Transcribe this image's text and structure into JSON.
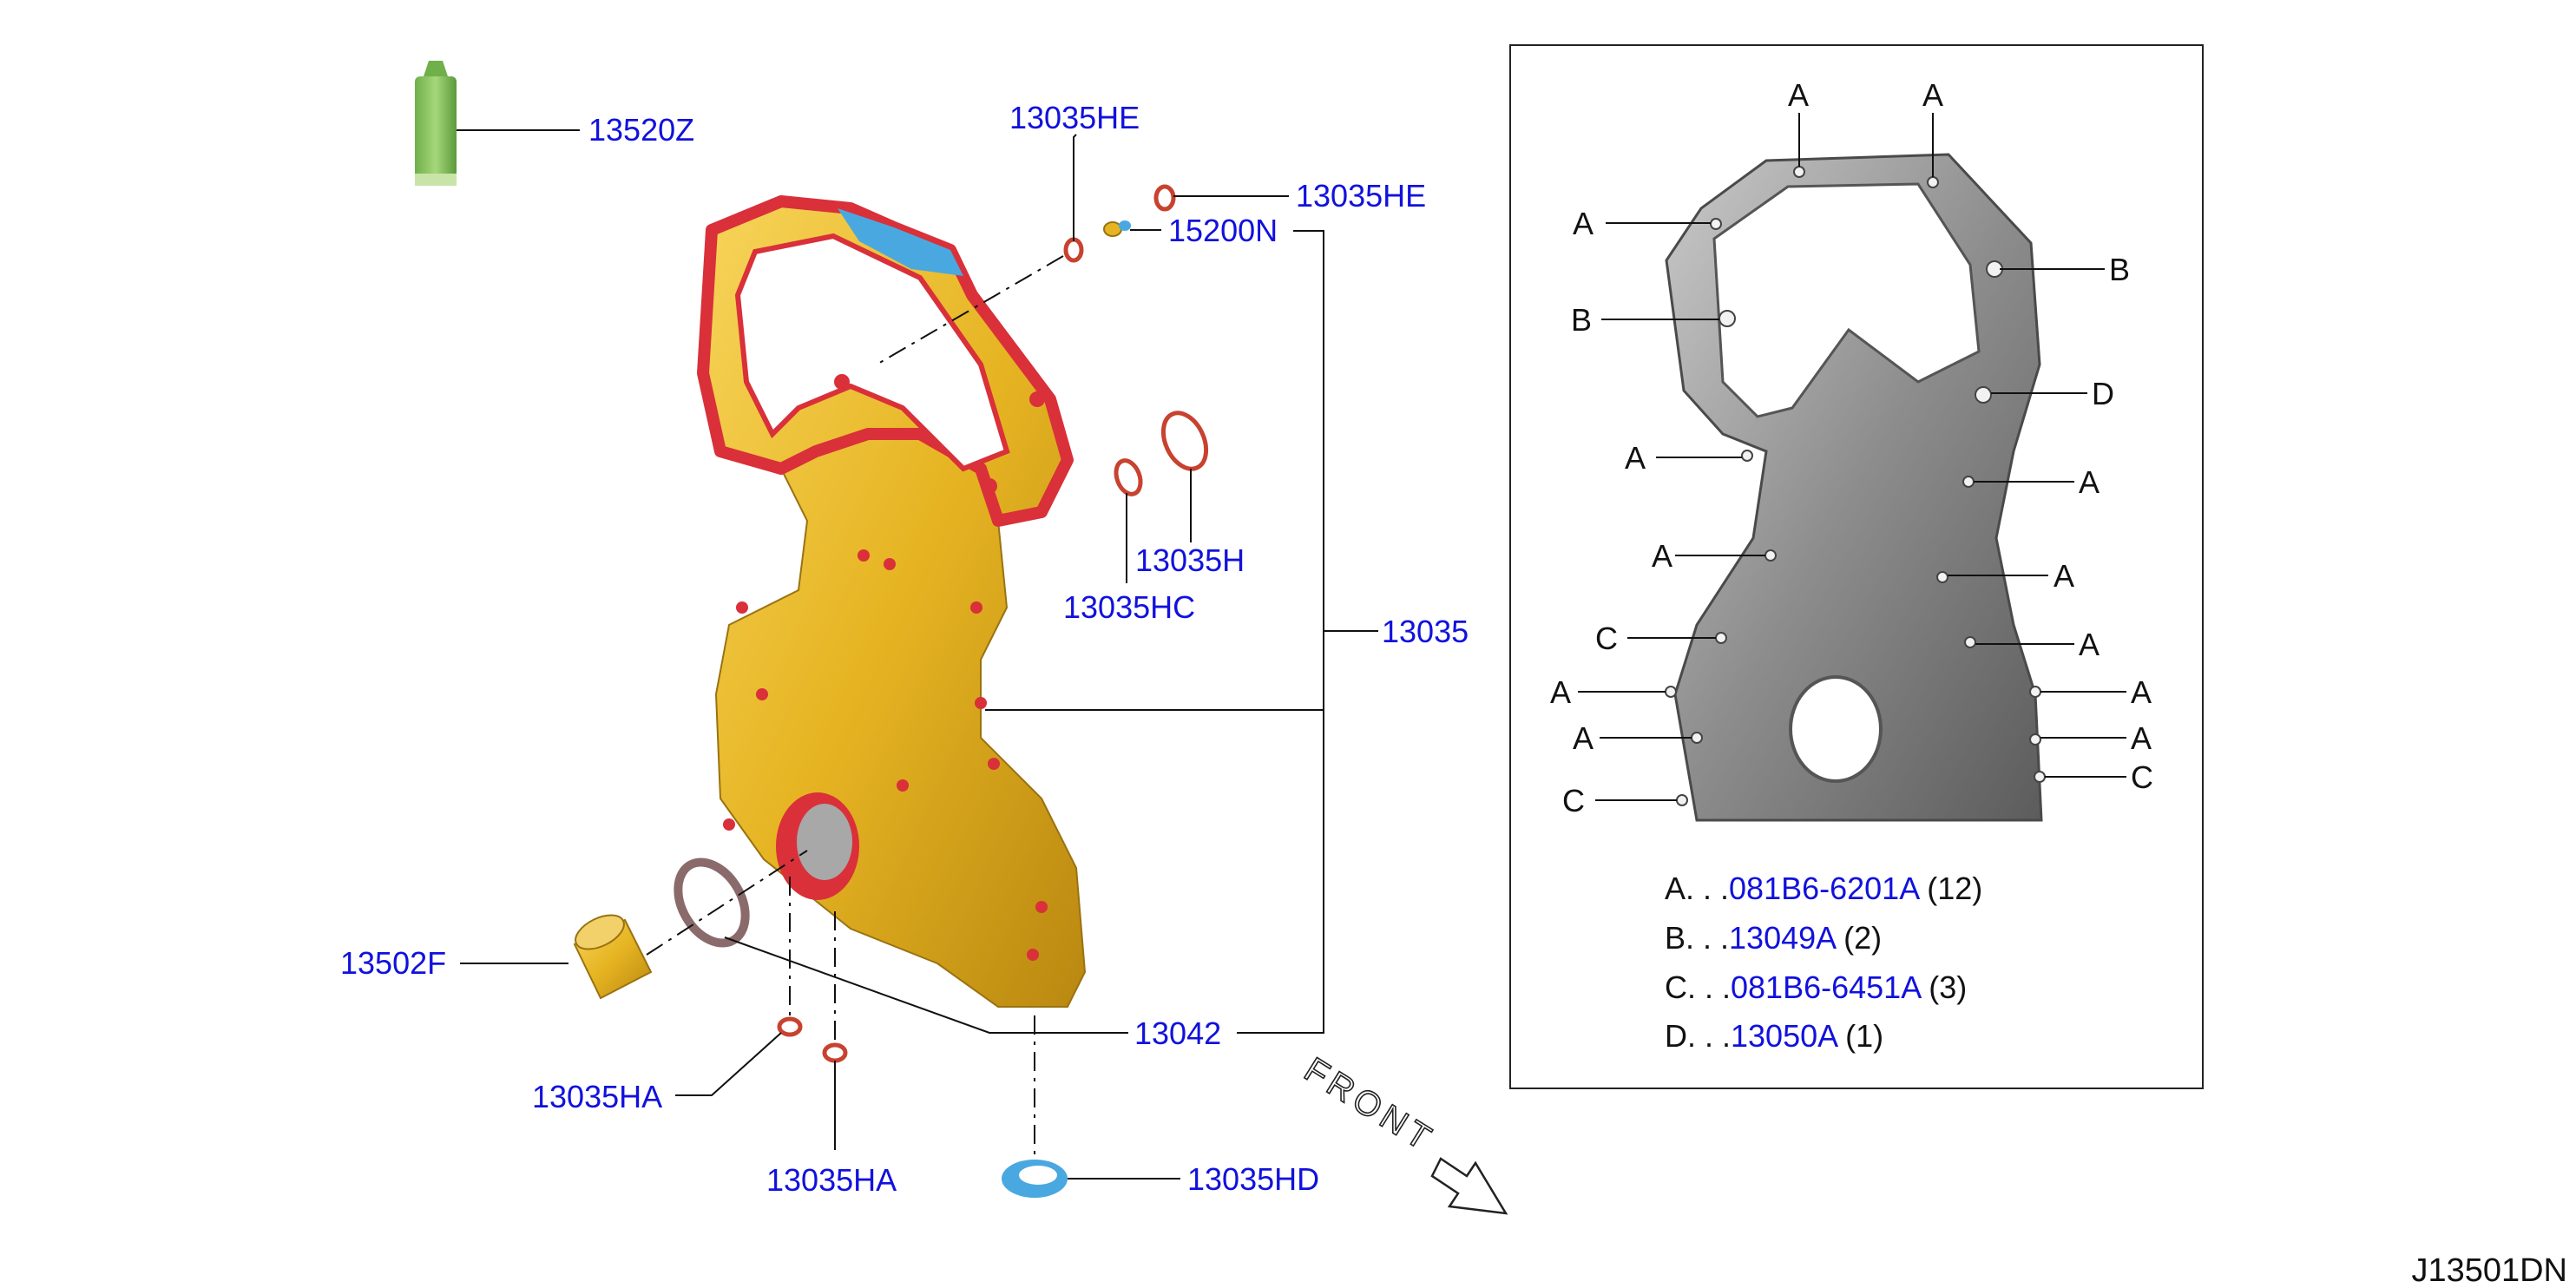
{
  "callouts": {
    "c13520Z": "13520Z",
    "c13035HE_a": "13035HE",
    "c13035HE_b": "13035HE",
    "c15200N": "15200N",
    "c13035H": "13035H",
    "c13035HC": "13035HC",
    "c13035": "13035",
    "c13502F": "13502F",
    "c13042": "13042",
    "c13035HA_a": "13035HA",
    "c13035HA_b": "13035HA",
    "c13035HD": "13035HD"
  },
  "front_label": "FRONT",
  "diagram_code": "J13501DN",
  "inset": {
    "letters": {
      "a1": "A",
      "a2": "A",
      "a3": "A",
      "b1": "B",
      "b2": "B",
      "d1": "D",
      "a4": "A",
      "a5": "A",
      "a6": "A",
      "a7": "A",
      "c1": "C",
      "a8": "A",
      "a9": "A",
      "a10": "A",
      "a11": "A",
      "a12": "A",
      "c2": "C",
      "c3": "C"
    },
    "legend": [
      {
        "letter": "A. . .",
        "part": "081B6-6201A",
        "qty": " (12)"
      },
      {
        "letter": "B. . .",
        "part": "13049A",
        "qty": " (2)"
      },
      {
        "letter": "C. . .",
        "part": "081B6-6451A",
        "qty": " (3)"
      },
      {
        "letter": "D. . .",
        "part": "13050A",
        "qty": " (1)"
      }
    ]
  },
  "colors": {
    "cover_gold": "#e6b422",
    "gasket_red": "#d9303a",
    "gasket_blue": "#4aa8e0",
    "callout_blue": "#1111dd",
    "inset_gray": "#8a8a8a"
  }
}
